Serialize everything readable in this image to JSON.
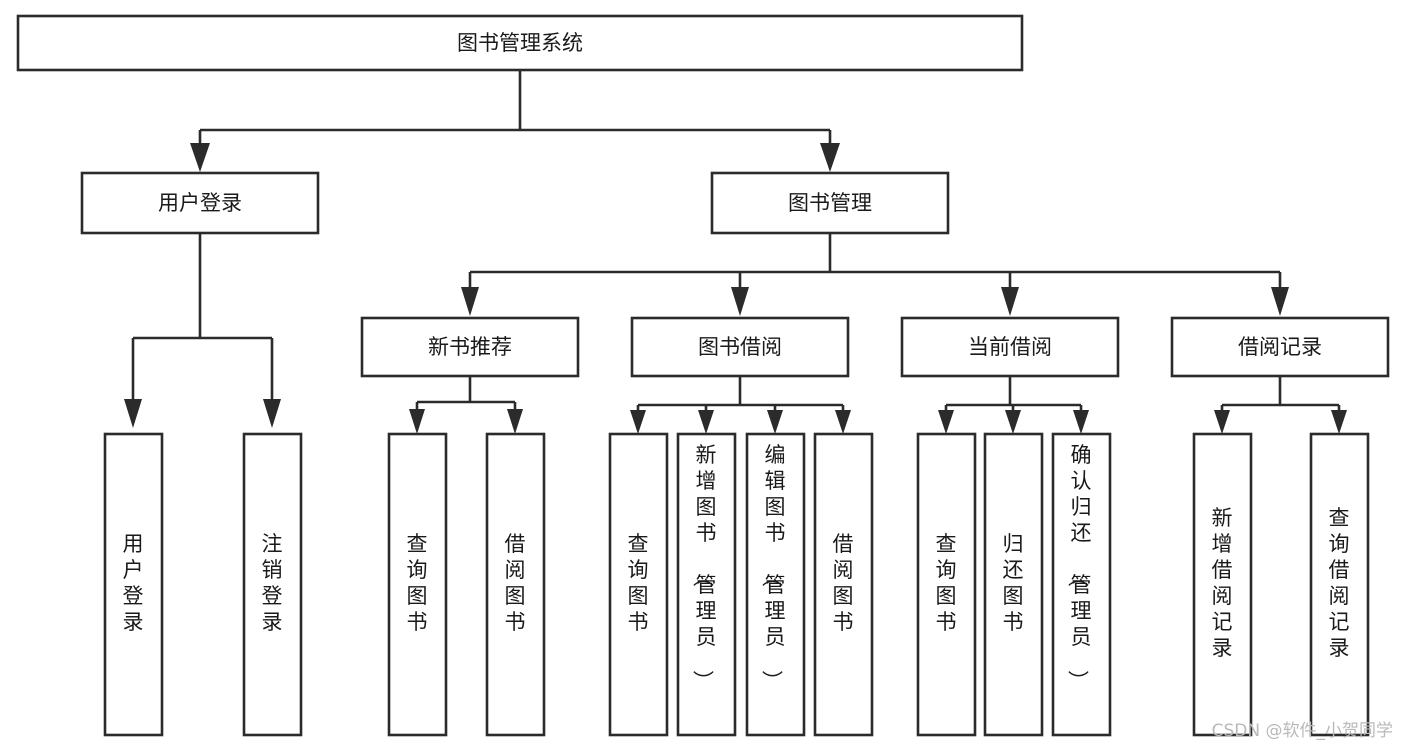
{
  "diagram": {
    "title": "图书管理系统",
    "type": "tree-hierarchy",
    "orientation": "top-down",
    "colors": {
      "stroke": "#2b2b2b",
      "fill": "#ffffff",
      "text": "#1a1a1a",
      "watermark": "#b9b9b9"
    },
    "levels": {
      "root": {
        "label": "图书管理系统"
      },
      "level1": [
        {
          "label": "用户登录"
        },
        {
          "label": "图书管理"
        }
      ],
      "level2": [
        {
          "label": "新书推荐"
        },
        {
          "label": "图书借阅"
        },
        {
          "label": "当前借阅"
        },
        {
          "label": "借阅记录"
        }
      ],
      "leaves": {
        "user_login": [
          {
            "label": "用户登录"
          },
          {
            "label": "注销登录"
          }
        ],
        "new_book_recommend": [
          {
            "label": "查询图书"
          },
          {
            "label": "借阅图书"
          }
        ],
        "book_borrow": [
          {
            "label": "查询图书"
          },
          {
            "label": "新增图书（管理员）"
          },
          {
            "label": "编辑图书（管理员）"
          },
          {
            "label": "借阅图书"
          }
        ],
        "current_borrow": [
          {
            "label": "查询图书"
          },
          {
            "label": "归还图书"
          },
          {
            "label": "确认归还（管理员）"
          }
        ],
        "borrow_record": [
          {
            "label": "新增借阅记录"
          },
          {
            "label": "查询借阅记录"
          }
        ]
      }
    }
  },
  "watermark": {
    "text": "CSDN @软件_小贺同学"
  }
}
